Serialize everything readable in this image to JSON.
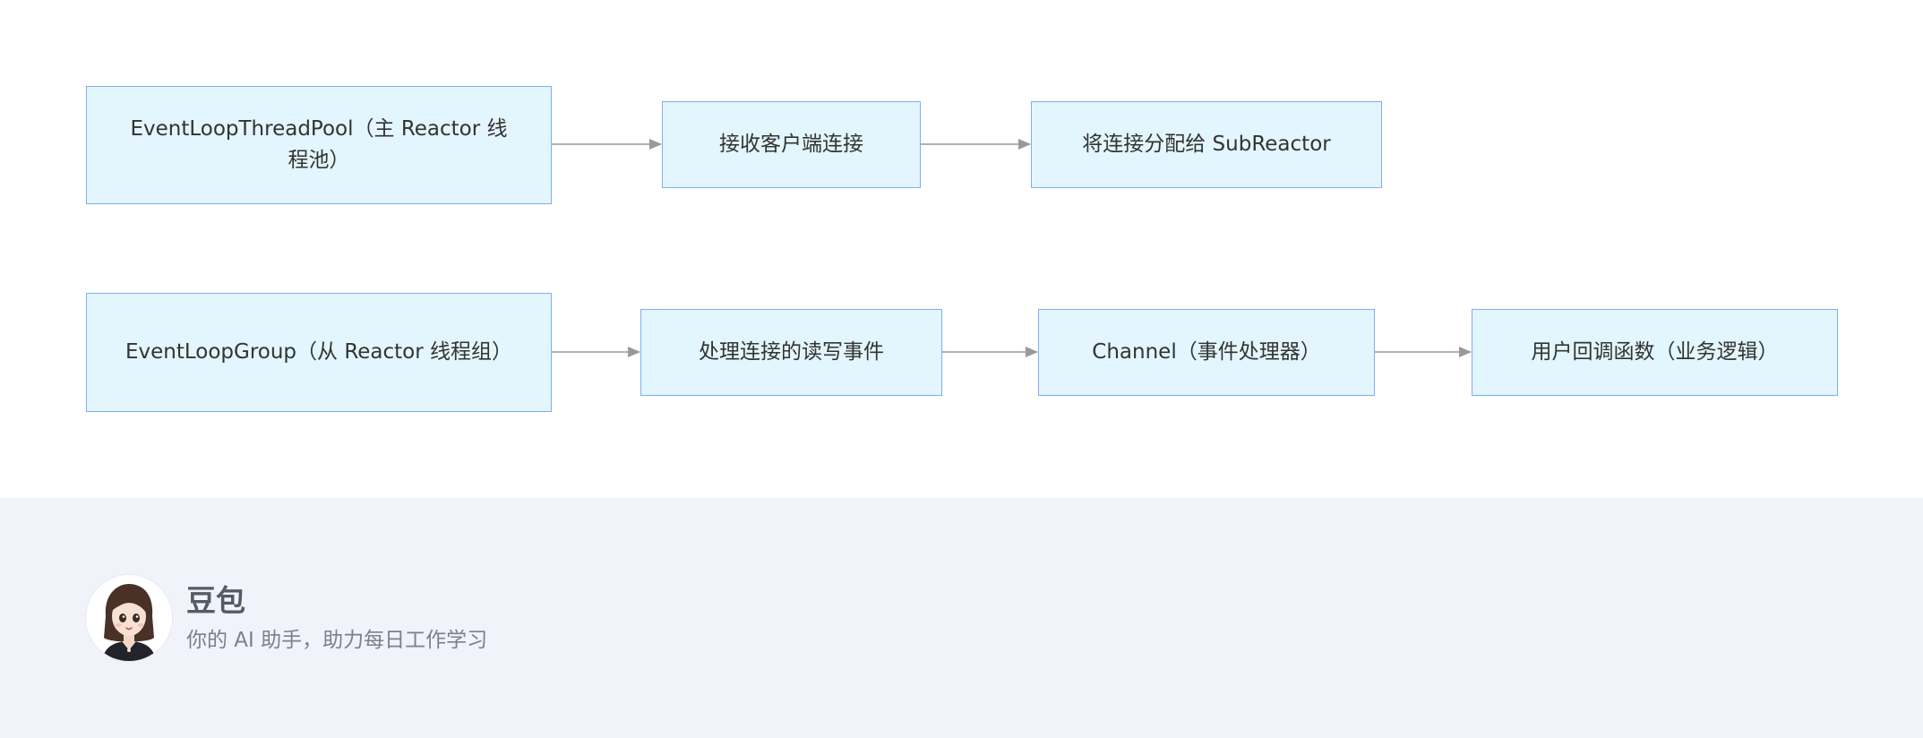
{
  "diagram": {
    "row1": {
      "node1": "EventLoopThreadPool（主 Reactor 线程池）",
      "node2": "接收客户端连接",
      "node3": "将连接分配给 SubReactor"
    },
    "row2": {
      "node1": "EventLoopGroup（从 Reactor 线程组）",
      "node2": "处理连接的读写事件",
      "node3": "Channel（事件处理器）",
      "node4": "用户回调函数（业务逻辑）"
    },
    "colors": {
      "node_fill": "#e3f5fd",
      "node_border": "#7eaef4",
      "arrow": "#999999",
      "footer_bg": "#f0f3f9"
    }
  },
  "footer": {
    "avatar_icon": "doubao-avatar-icon",
    "brand_name": "豆包",
    "tagline": "你的 AI 助手，助力每日工作学习"
  }
}
